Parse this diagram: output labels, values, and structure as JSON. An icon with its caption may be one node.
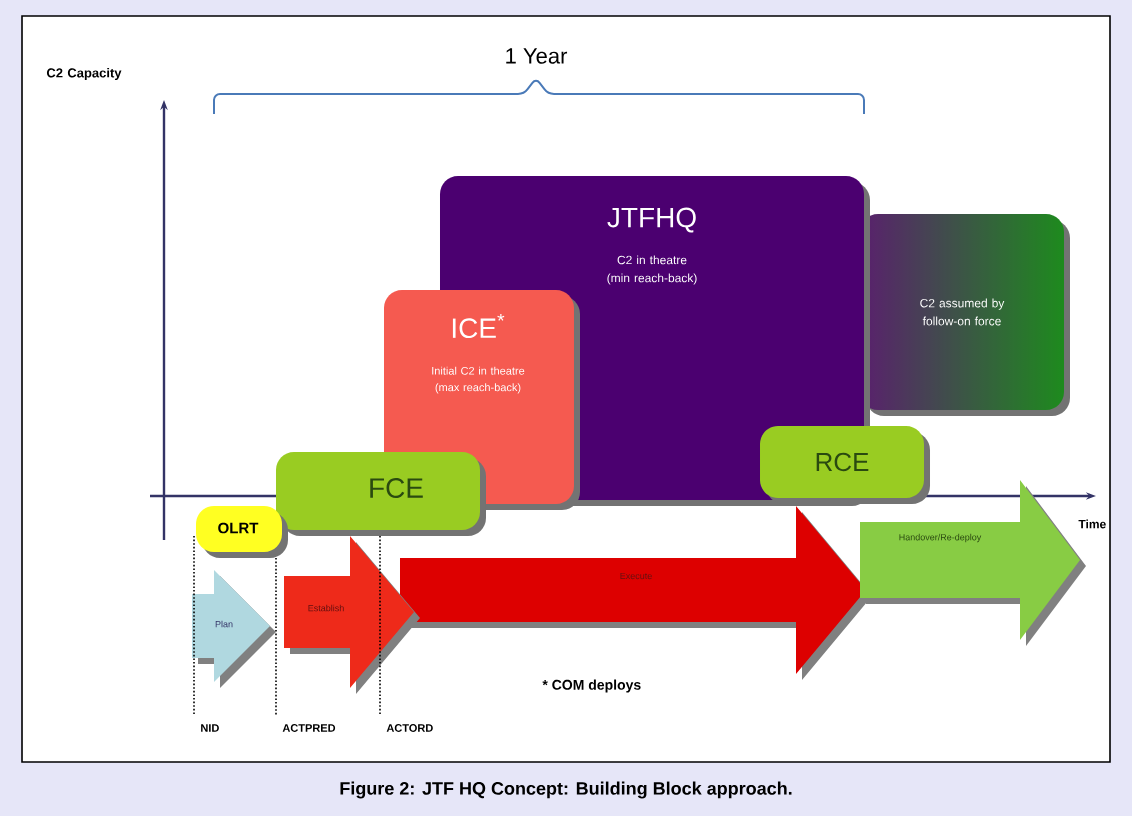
{
  "diagram": {
    "caption": "Figure 2: JTF HQ Concept: Building Block approach.",
    "nodes": [
      {
        "text": [
          "JTFHQ",
          "C2 in theatre (min reach-back)"
        ]
      },
      {
        "text": [
          "C2 assumed by follow-on force"
        ]
      },
      {
        "text": [
          "ICE$^{*}$",
          "Initial C2 in theatre (max reach-back)"
        ]
      },
      {
        "text": [
          "RCE"
        ]
      },
      {
        "text": [
          "FCE"
        ]
      },
      {
        "text": [
          "OLRT"
        ]
      },
      {
        "text": [
          "Plan"
        ]
      },
      {
        "text": [
          "Establish"
        ]
      },
      {
        "text": [
          "Execute"
        ]
      },
      {
        "text": [
          "Handover/Re-deploy"
        ]
      }
    ],
    "labels": [
      "1 Year",
      "C2 Capacity",
      "Time",
      "* COM deploys",
      "NID",
      "ACTPRED",
      "ACTORD"
    ]
  }
}
